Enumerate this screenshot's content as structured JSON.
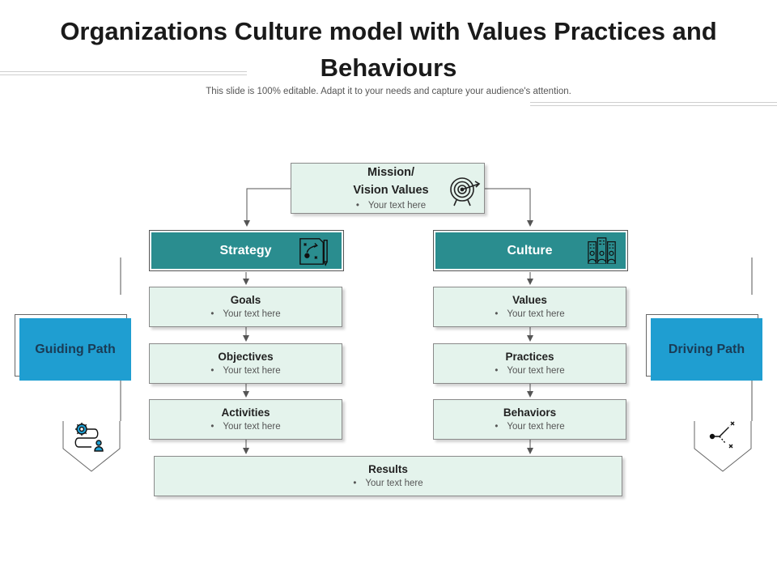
{
  "title": "Organizations Culture model with Values Practices and Behaviours",
  "subtitle": "This slide is 100% editable. Adapt it to your needs and capture your audience's attention.",
  "mission": {
    "title_line1": "Mission/",
    "title_line2": "Vision Values",
    "bullet": "Your text here",
    "icon": "target-icon"
  },
  "left_column": {
    "header": "Strategy",
    "header_icon": "strategy-plan-icon",
    "items": [
      {
        "title": "Goals",
        "bullet": "Your text here"
      },
      {
        "title": "Objectives",
        "bullet": "Your text here"
      },
      {
        "title": "Activities",
        "bullet": "Your text here"
      }
    ]
  },
  "right_column": {
    "header": "Culture",
    "header_icon": "people-buildings-icon",
    "items": [
      {
        "title": "Values",
        "bullet": "Your text here"
      },
      {
        "title": "Practices",
        "bullet": "Your text here"
      },
      {
        "title": "Behaviors",
        "bullet": "Your text here"
      }
    ]
  },
  "results": {
    "title": "Results",
    "bullet": "Your text here"
  },
  "left_side": {
    "label": "Guiding Path",
    "icon": "gear-user-path-icon"
  },
  "right_side": {
    "label": "Driving Path",
    "icon": "route-path-icon"
  },
  "colors": {
    "teal_header": "#2a8d8f",
    "blue_side": "#1f9ed1",
    "box_fill": "#e4f3ec",
    "side_text": "#1a3b55"
  }
}
